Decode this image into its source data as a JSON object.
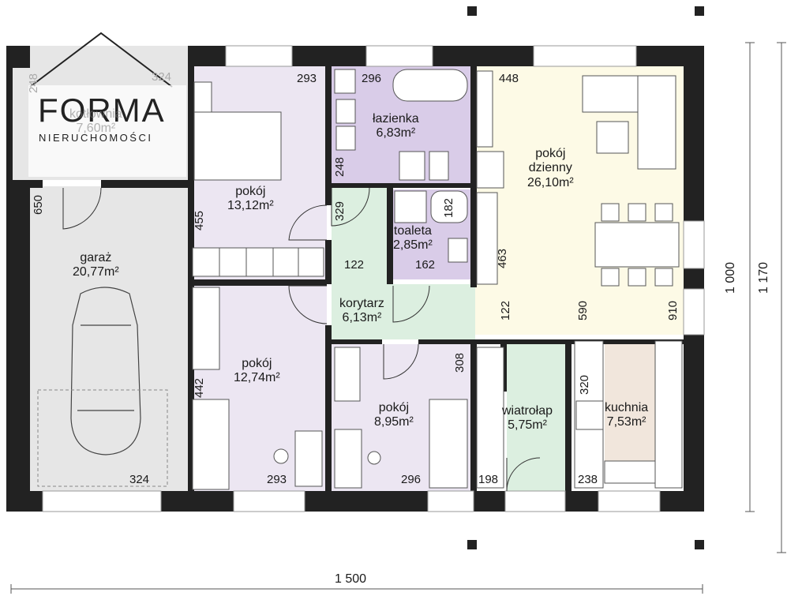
{
  "logo": {
    "title": "FORMA",
    "subtitle": "NIERUCHOMOŚCI"
  },
  "rooms": [
    {
      "id": "kotlownia",
      "name": "kotłownia",
      "area": "7,60m²",
      "fill": "#e6e6e6"
    },
    {
      "id": "pokoj1",
      "name": "pokój",
      "area": "13,12m²",
      "fill": "#ece6f2"
    },
    {
      "id": "lazienka",
      "name": "łazienka",
      "area": "6,83m²",
      "fill": "#d9cce8"
    },
    {
      "id": "dzienny",
      "name": "pokój\ndzienny",
      "area": "26,10m²",
      "fill": "#fdfae6"
    },
    {
      "id": "toaleta",
      "name": "toaleta",
      "area": "2,85m²",
      "fill": "#d9cce8"
    },
    {
      "id": "garaz",
      "name": "garaż",
      "area": "20,77m²",
      "fill": "#e6e6e6"
    },
    {
      "id": "korytarz",
      "name": "korytarz",
      "area": "6,13m²",
      "fill": "#dcefe0"
    },
    {
      "id": "pokoj2",
      "name": "pokój",
      "area": "12,74m²",
      "fill": "#ece6f2"
    },
    {
      "id": "pokoj3",
      "name": "pokój",
      "area": "8,95m²",
      "fill": "#ece6f2"
    },
    {
      "id": "wiatrolap",
      "name": "wiatrołap",
      "area": "5,75m²",
      "fill": "#dcefe0"
    },
    {
      "id": "kuchnia",
      "name": "kuchnia",
      "area": "7,53m²",
      "fill": "#f1e6dc"
    }
  ],
  "dimensions": {
    "d248_kot": "248",
    "d324_kot": "324",
    "d293_p1": "293",
    "d296_laz": "296",
    "d448": "448",
    "d248_laz": "248",
    "d650": "650",
    "d455": "455",
    "d329": "329",
    "d182": "182",
    "d122_kor": "122",
    "d162": "162",
    "d463": "463",
    "d122_dz": "122",
    "d590": "590",
    "d910": "910",
    "d442": "442",
    "d308": "308",
    "d320": "320",
    "d324_gar": "324",
    "d293_p2": "293",
    "d296_p3": "296",
    "d198": "198",
    "d238": "238",
    "overall_width": "1 500",
    "overall_depth_inner": "1 000",
    "overall_depth_outer": "1 170"
  },
  "colors": {
    "wall": "#222222",
    "frame": "#aaaaaa"
  }
}
